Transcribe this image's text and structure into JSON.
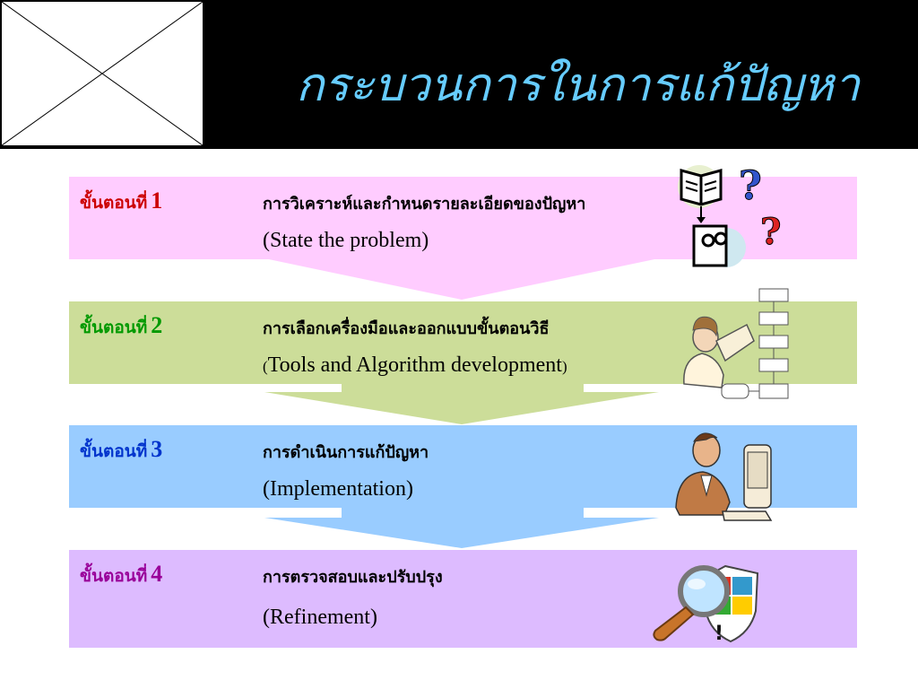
{
  "slide": {
    "title": "กระบวนการในการแก้ปัญหา"
  },
  "steps": [
    {
      "label": "ขั้นตอนที่",
      "number": "1",
      "thai": "การวิเคราะห์และกำหนดรายละเอียดของปัญหา",
      "english": "(State the problem)",
      "background": "#ffccff",
      "label_color": "#cc0000",
      "icon": "book-question-icon"
    },
    {
      "label": "ขั้นตอนที่",
      "number": "2",
      "thai": "การเลือกเครื่องมือและออกแบบขั้นตอนวิธี",
      "english_open": "(",
      "english": "Tools and Algorithm development",
      "english_close": ")",
      "background": "#ccdd99",
      "label_color": "#009900",
      "icon": "engineer-flowchart-icon"
    },
    {
      "label": "ขั้นตอนที่",
      "number": "3",
      "thai": "การดำเนินการแก้ปัญหา",
      "english": "(Implementation)",
      "background": "#99ccff",
      "label_color": "#0033cc",
      "icon": "person-computer-icon"
    },
    {
      "label": "ขั้นตอนที่",
      "number": "4",
      "thai": "การตรวจสอบและปรับปรุง",
      "english": "(Refinement)",
      "background": "#ddbbff",
      "label_color": "#990099",
      "icon": "magnifier-shield-icon"
    }
  ]
}
